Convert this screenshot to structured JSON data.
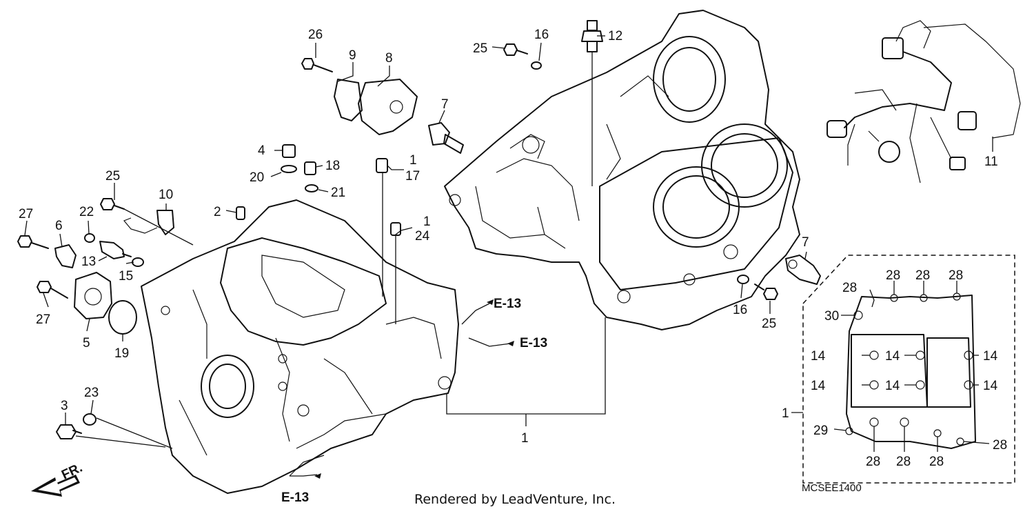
{
  "callouts": {
    "c26": "26",
    "c9": "9",
    "c8": "8",
    "c25a": "25",
    "c16a": "16",
    "c12": "12",
    "c11": "11",
    "c7a": "7",
    "c4": "4",
    "c18": "18",
    "c1a": "1",
    "c17": "17",
    "c20": "20",
    "c21": "21",
    "c25b": "25",
    "c10": "10",
    "c2": "2",
    "c1b": "1",
    "c24": "24",
    "c27a": "27",
    "c6": "6",
    "c22": "22",
    "c13": "13",
    "c15": "15",
    "c27b": "27",
    "c5": "5",
    "c19": "19",
    "c3": "3",
    "c23": "23",
    "c1c": "1",
    "c7b": "7",
    "c16b": "16",
    "c25c": "25",
    "c28a": "28",
    "c28b": "28",
    "c28c": "28",
    "c28d": "28",
    "c30": "30",
    "c14a": "14",
    "c14b": "14",
    "c14c": "14",
    "c14d": "14",
    "c14e": "14",
    "c14f": "14",
    "c1d": "1",
    "c29": "29",
    "c28e": "28",
    "c28f": "28",
    "c28g": "28",
    "c28h": "28"
  },
  "refs": {
    "e13_a": "E-13",
    "e13_b": "E-13",
    "e13_c": "E-13"
  },
  "front_label": "FR.",
  "diagram_code": "MCSEE1400",
  "credit": "Rendered by LeadVenture, Inc."
}
